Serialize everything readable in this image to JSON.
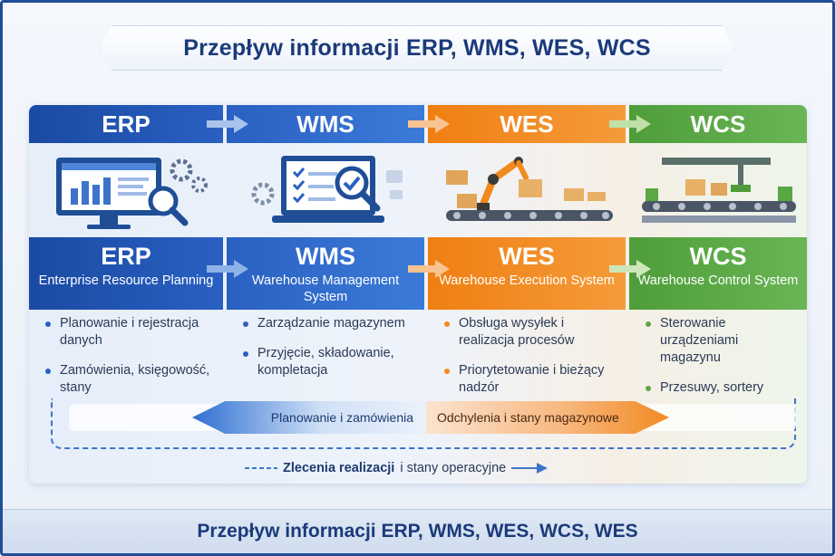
{
  "title": "Przepływ informacji ERP, WMS, WES, WCS",
  "footer": "Przepływ informacji ERP, WMS, WES, WCS, WES",
  "colors": {
    "erp": "#1f56b3",
    "wms": "#2f6fd1",
    "wes": "#f08a1c",
    "wcs": "#5aa843"
  },
  "columns": [
    {
      "id": "erp",
      "header": "ERP",
      "name": "ERP",
      "full_name": "Enterprise Resource Planning",
      "icon": "monitor-chart-magnifier-icon",
      "bullets": [
        "Planowanie i rejestracja danych",
        "Zamówienia, księgowość, stany"
      ]
    },
    {
      "id": "wms",
      "header": "WMS",
      "name": "WMS",
      "full_name": "Warehouse Management System",
      "icon": "laptop-checklist-icon",
      "bullets": [
        "Zarządzanie magazynem",
        "Przyjęcie, składowanie, kompletacja"
      ]
    },
    {
      "id": "wes",
      "header": "WES",
      "name": "WES",
      "full_name": "Warehouse Execution System",
      "icon": "robot-arm-conveyor-icon",
      "bullets": [
        "Obsługa wysyłek i realizacja procesów",
        "Priorytetowanie i bieżący nadzór"
      ]
    },
    {
      "id": "wcs",
      "header": "WCS",
      "name": "WCS",
      "full_name": "Warehouse Control System",
      "icon": "conveyor-control-icon",
      "bullets": [
        "Sterowanie urządzeniami magazynu",
        "Przesuwy, sortery"
      ]
    }
  ],
  "flows": {
    "left": "Planowanie i zamówienia",
    "right": "Odchylenia i stany magazynowe",
    "exec_bold": "Zlecenia realizacji",
    "exec_rest": "i stany operacyjne"
  }
}
